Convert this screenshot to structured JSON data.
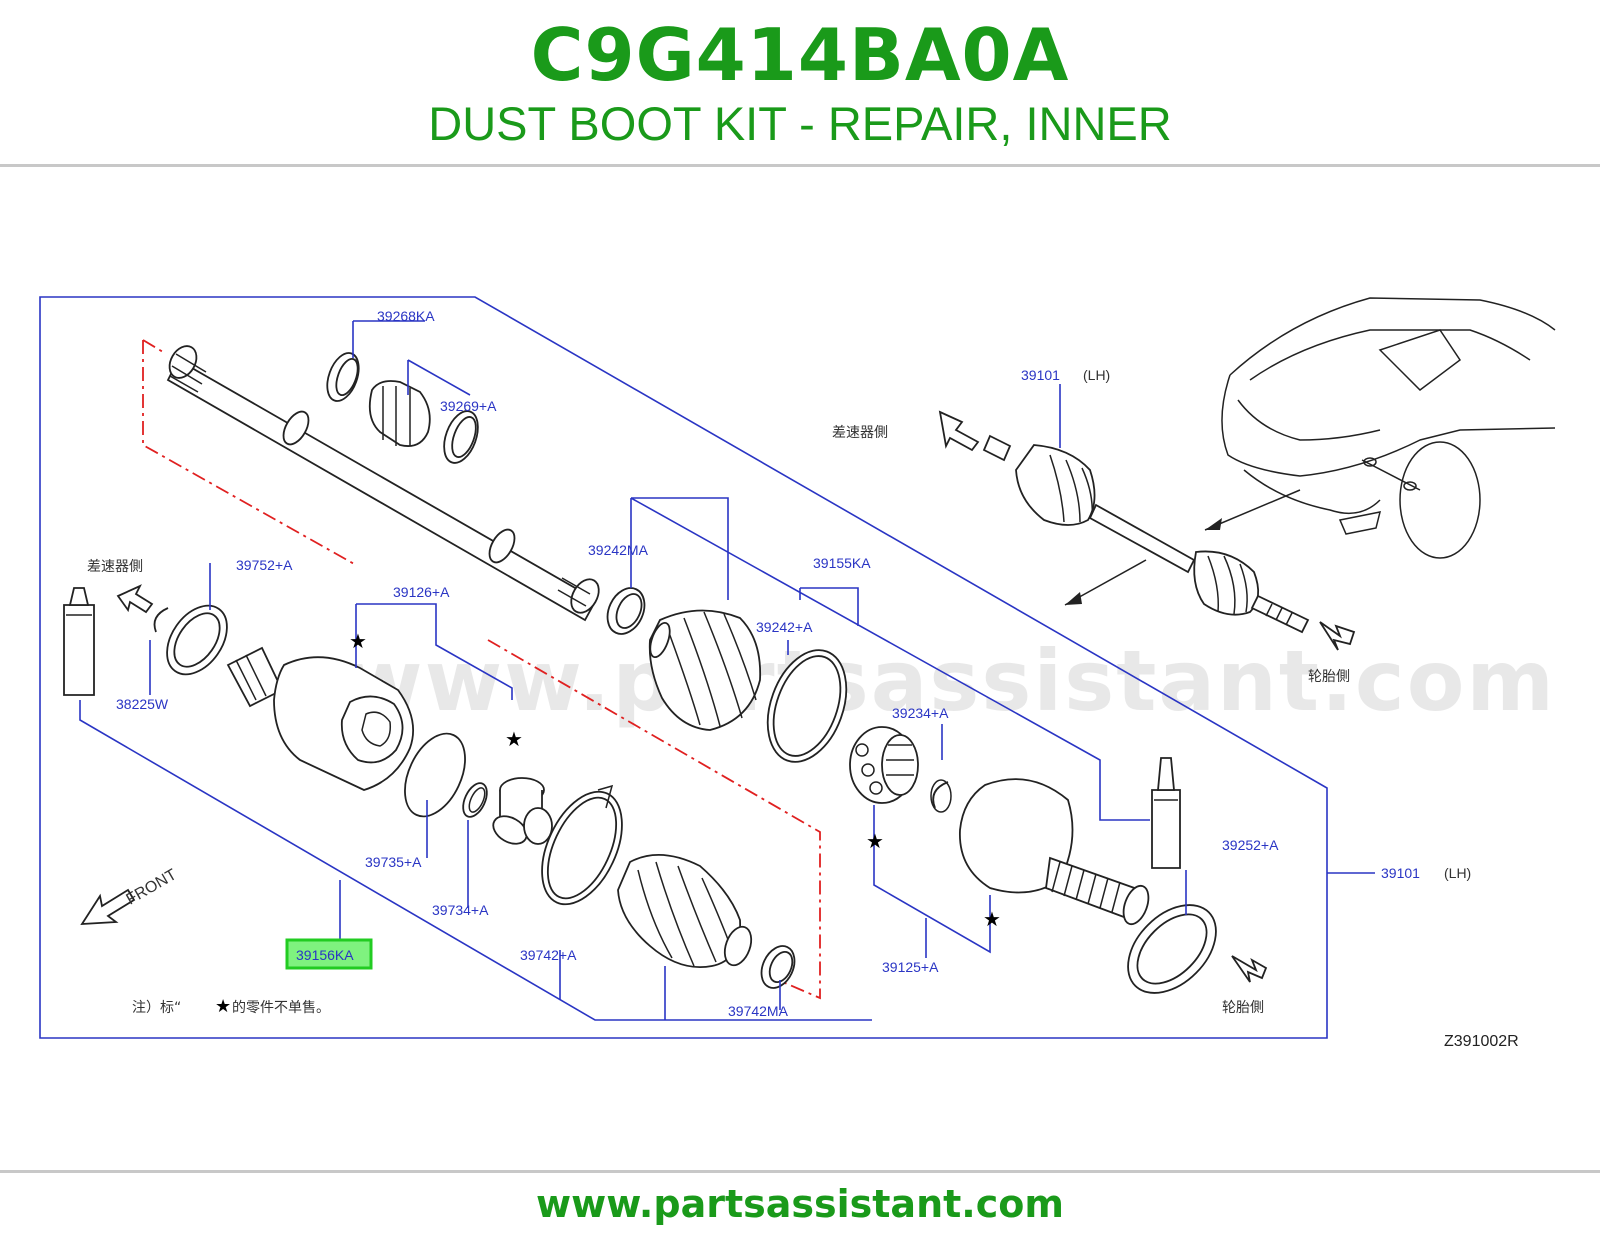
{
  "header": {
    "part_number": "C9G414BA0A",
    "description": "DUST BOOT KIT - REPAIR, INNER"
  },
  "footer": {
    "url": "www.partsassistant.com"
  },
  "diagram": {
    "watermark": "www.partsassistant.com",
    "figure_code": "Z391002R",
    "highlighted_part": "39156KA",
    "labels": {
      "p39268KA": "39268KA",
      "p39269A": "39269+A",
      "p39242MA": "39242MA",
      "p39155KA": "39155KA",
      "p39242A": "39242+A",
      "p39234A": "39234+A",
      "p39752A": "39752+A",
      "p39126A": "39126+A",
      "p38225W": "38225W",
      "p39735A": "39735+A",
      "p39734A": "39734+A",
      "p39742A": "39742+A",
      "p39742MA": "39742MA",
      "p39156KA": "39156KA",
      "p39125A": "39125+A",
      "p39252A": "39252+A",
      "p39101_main": "39101",
      "p39101_main_side": "(LH)",
      "p39101_inset": "39101",
      "p39101_inset_side": "(LH)"
    },
    "directions": {
      "differential_side_left": "差速器側",
      "differential_side_inset": "差速器側",
      "wheel_side_inset": "轮胎側",
      "wheel_side_bottom": "轮胎側",
      "front": "FRONT"
    },
    "note": {
      "prefix": "注）标“",
      "suffix": "的零件不单售。",
      "symbol": "★"
    },
    "colors": {
      "accent_green": "#1a9a1a",
      "callout_blue": "#2a35c4",
      "dashed_red": "#e02020",
      "highlight_box": "#22cc22"
    }
  }
}
